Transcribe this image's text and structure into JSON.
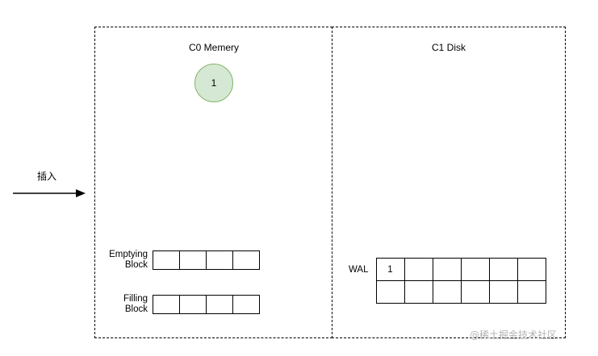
{
  "diagram": {
    "title_c0": "C0 Memery",
    "title_c1": "C1 Disk",
    "insert": {
      "label": "插入",
      "arrow_icon": "arrow-right-icon"
    },
    "memory_node": {
      "value": "1",
      "fill_color": "#d5e8d4",
      "stroke_color": "#82b366"
    },
    "emptying_block": {
      "label": "Emptying Block",
      "label_line1": "Emptying",
      "label_line2": "Block",
      "columns": 4,
      "rows": 1,
      "cells": [
        [
          "",
          "",
          "",
          ""
        ]
      ]
    },
    "filling_block": {
      "label": "Filling Block",
      "label_line1": "Filling",
      "label_line2": "Block",
      "columns": 4,
      "rows": 1,
      "cells": [
        [
          "",
          "",
          "",
          ""
        ]
      ]
    },
    "wal": {
      "label": "WAL",
      "columns": 6,
      "rows": 2,
      "cells": [
        [
          "1",
          "",
          "",
          "",
          "",
          ""
        ],
        [
          "",
          "",
          "",
          "",
          "",
          ""
        ]
      ]
    },
    "watermark": "@稀土掘金技术社区"
  }
}
